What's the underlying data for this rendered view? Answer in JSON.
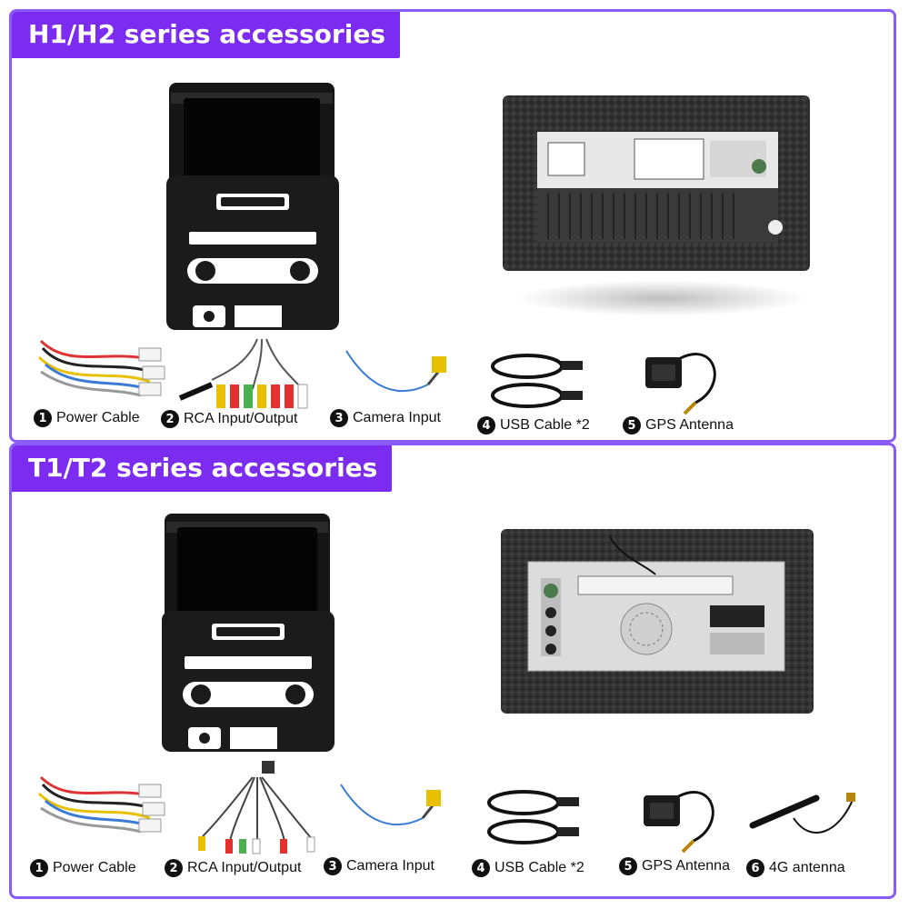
{
  "sections": [
    {
      "title": "H1/H2 series accessories",
      "items": [
        {
          "num": "1",
          "label": "Power Cable"
        },
        {
          "num": "2",
          "label": "RCA Input/Output"
        },
        {
          "num": "3",
          "label": "Camera Input"
        },
        {
          "num": "4",
          "label": "USB Cable *2"
        },
        {
          "num": "5",
          "label": "GPS Antenna"
        }
      ]
    },
    {
      "title": "T1/T2 series accessories",
      "items": [
        {
          "num": "1",
          "label": "Power Cable"
        },
        {
          "num": "2",
          "label": "RCA Input/Output"
        },
        {
          "num": "3",
          "label": "Camera Input"
        },
        {
          "num": "4",
          "label": "USB Cable *2"
        },
        {
          "num": "5",
          "label": "GPS Antenna"
        },
        {
          "num": "6",
          "label": "4G antenna"
        }
      ]
    }
  ],
  "colors": {
    "accent": "#7b2cf0",
    "border": "#8a5cf6",
    "title_text": "#ffffff"
  }
}
